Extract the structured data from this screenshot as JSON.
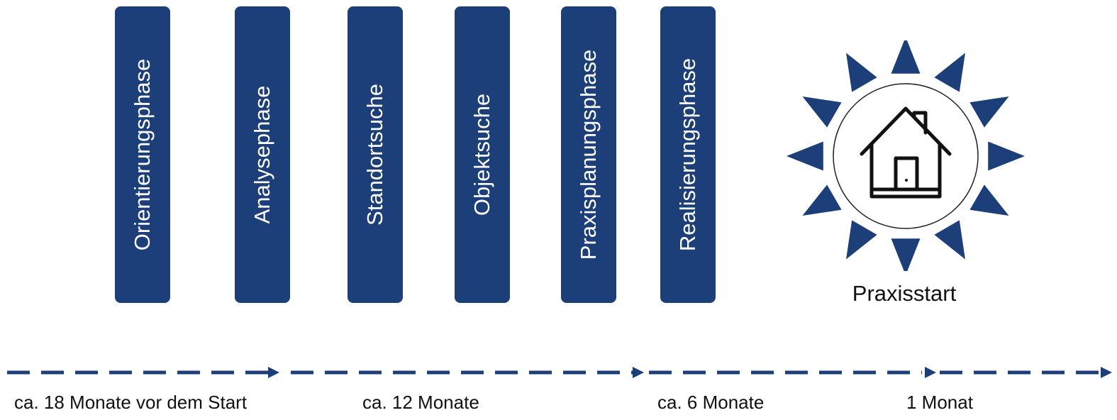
{
  "colors": {
    "phase_fill": "#1c3f7a",
    "accent": "#1c3f7a",
    "text": "#111111"
  },
  "phases": [
    {
      "label": "Orientierungsphase"
    },
    {
      "label": "Analysephase"
    },
    {
      "label": "Standortsuche"
    },
    {
      "label": "Objektsuche"
    },
    {
      "label": "Praxisplanungsphase"
    },
    {
      "label": "Realisierungsphase"
    }
  ],
  "goal": {
    "label": "Praxisstart",
    "icon": "house-icon"
  },
  "timeline": {
    "labels": [
      "ca. 18 Monate vor dem Start",
      "ca. 12 Monate",
      "ca. 6 Monate",
      "1 Monat"
    ]
  }
}
